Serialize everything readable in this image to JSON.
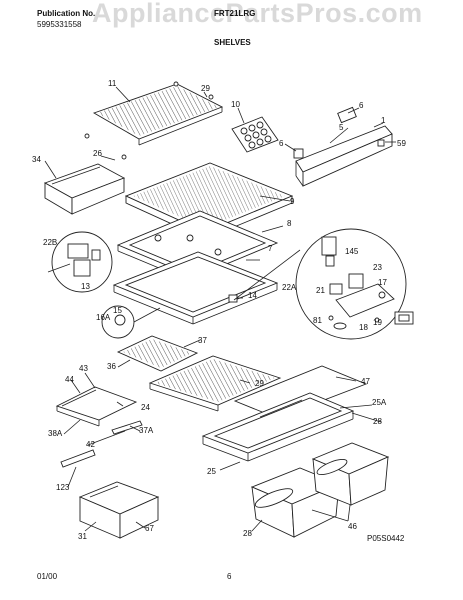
{
  "header": {
    "publication_label": "Publication No.",
    "publication_number": "5995331558",
    "model": "FRT21LRG",
    "section_title": "SHELVES",
    "watermark": "AppliancePartsPros.com"
  },
  "footer": {
    "date": "01/00",
    "page": "6",
    "figure_code": "P05S0442"
  },
  "callouts": {
    "c11": "11",
    "c29a": "29",
    "c26": "26",
    "c34": "34",
    "c10": "10",
    "c6": "6",
    "c5": "5",
    "c1": "1",
    "c59": "59",
    "c6a": "6",
    "c9": "9",
    "c8": "8",
    "c7": "7",
    "c22b": "22B",
    "c13": "13",
    "c145": "145",
    "c23": "23",
    "c22a": "22A",
    "c21": "21",
    "c17": "17",
    "c14": "14",
    "c16a": "16A",
    "c15": "15",
    "c81": "81",
    "c18": "18",
    "c19": "19",
    "c37": "37",
    "c36": "36",
    "c29b": "29",
    "c43": "43",
    "c44": "44",
    "c24": "24",
    "c47": "47",
    "c25a": "25A",
    "c38a": "38A",
    "c37a": "37A",
    "c42": "42",
    "c28a": "28",
    "c25": "25",
    "c123": "123",
    "c31": "31",
    "c67": "67",
    "c46": "46",
    "c28b": "28"
  }
}
